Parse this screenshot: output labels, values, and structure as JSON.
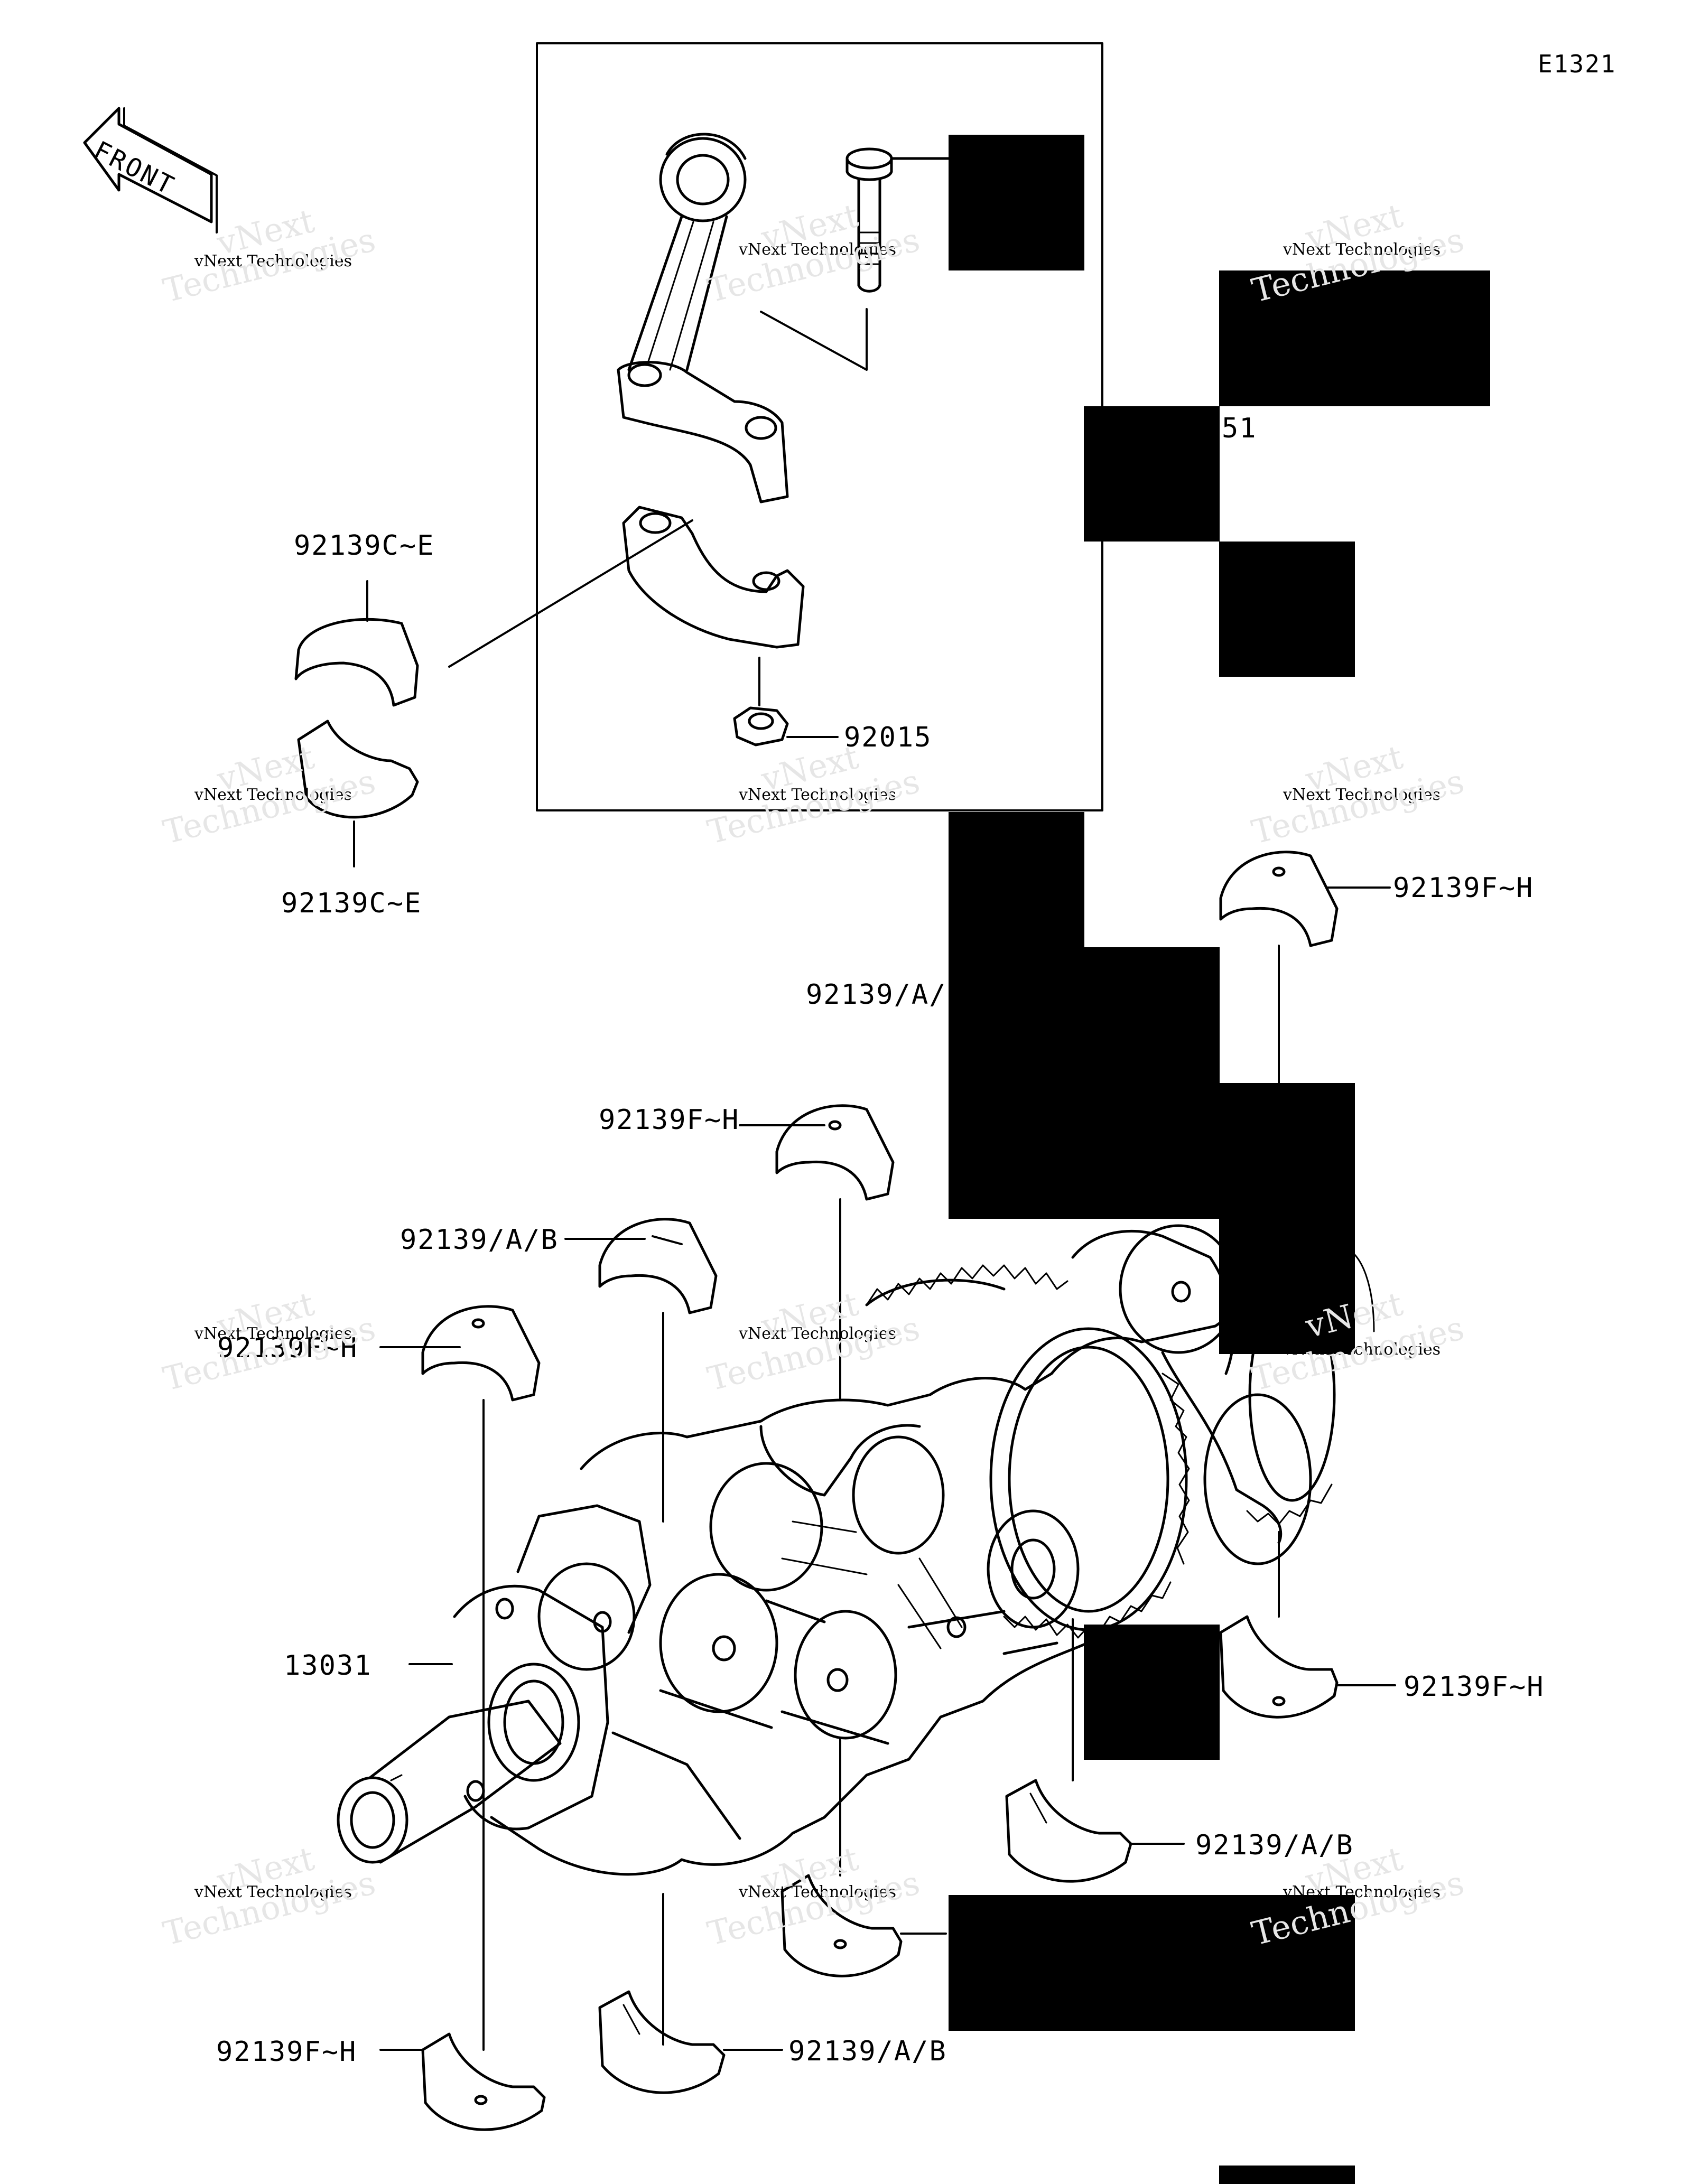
{
  "diagram": {
    "code": "E1321",
    "front_label": "FRONT",
    "watermark": {
      "line1": "vNext Technologies",
      "line2": "Technologies",
      "line3": "vNext"
    },
    "parts": {
      "bearing_conrod_upper": "92139C~E",
      "bearing_conrod_lower": "92139C~E",
      "nut": "92015",
      "partial_51": "51",
      "bearing_fh_upper_right": "92139F~H",
      "bearing_ab_partial": "92139/A/",
      "bearing_fh_upper_mid": "92139F~H",
      "bearing_ab_upper": "92139/A/B",
      "bearing_fh_upper_left": "92139F~H",
      "crankshaft": "13031",
      "bearing_fh_lower_right": "92139F~H",
      "bearing_ab_lower_right": "92139/A/B",
      "bearing_fh_lower_left": "92139F~H",
      "bearing_ab_lower_left": "92139/A/B"
    }
  }
}
